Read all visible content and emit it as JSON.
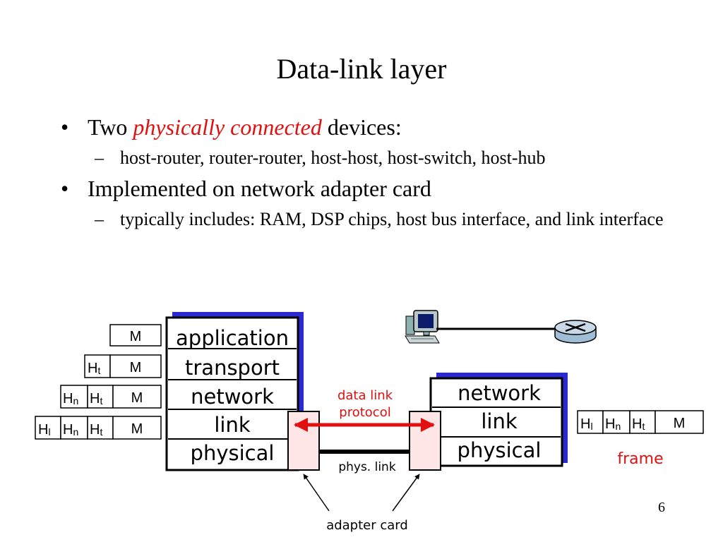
{
  "slide": {
    "title": "Data-link layer",
    "page_number": "6"
  },
  "bullets": [
    {
      "before": "Two ",
      "emphasis": "physically connected",
      "after": " devices:",
      "sub": "host-router, router-router, host-host, host-switch, host-hub"
    },
    {
      "before": "Implemented on network adapter card",
      "emphasis": "",
      "after": "",
      "sub": "typically includes: RAM, DSP chips, host bus interface, and link interface"
    }
  ],
  "diagram": {
    "host_stack": [
      "application",
      "transport",
      "network",
      "link",
      "physical"
    ],
    "router_stack": [
      "network",
      "link",
      "physical"
    ],
    "headers": {
      "message": "M",
      "transport_header_base": "H",
      "transport_header_sub": "t",
      "network_header_base": "H",
      "network_header_sub": "n",
      "link_header_base": "H",
      "link_header_sub": "l"
    },
    "protocol_label_line1": "data link",
    "protocol_label_line2": "protocol",
    "phys_link_label": "phys. link",
    "frame_label": "frame",
    "adapter_label": "adapter card",
    "colors": {
      "accent_red": "#e01010",
      "stack_shadow": "#2a2ad0",
      "adapter_fill": "#ffe6e6"
    }
  }
}
